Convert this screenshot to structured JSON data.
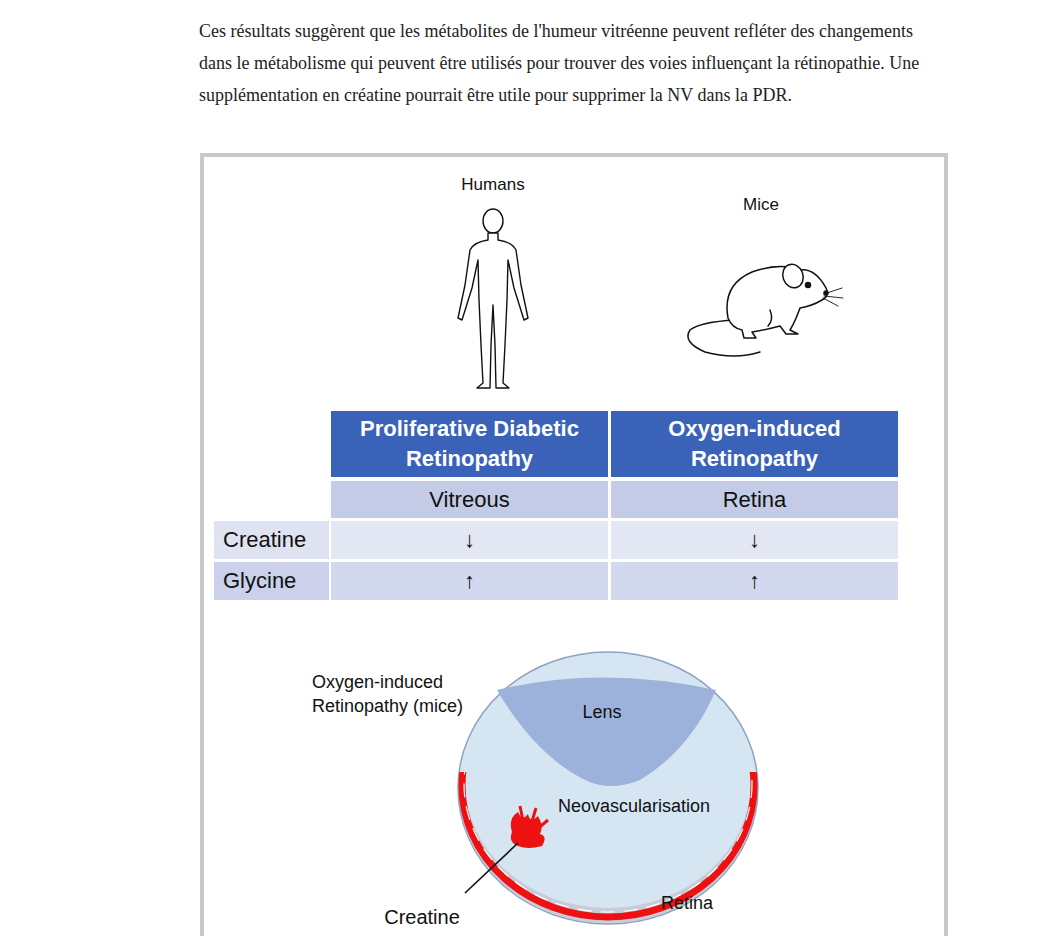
{
  "diagram": {
    "labels": [
      "Ces résultats suggèrent que les métabolites de l'humeur vitréenne peuvent refléter des changements dans le métabolisme qui peuvent être utilisés pour trouver des voies influençant la rétinopathie. Une supplémentation en créatine pourrait être utile pour supprimer la NV dans la PDR.",
      "Humans",
      "Mice",
      "Proliferative Diabetic Retinopathy",
      "Oxygen-induced Retinopathy",
      "Vitreous",
      "Retina",
      "Creatine",
      "↓",
      "↓",
      "Glycine",
      "↑",
      "↑",
      "Oxygen-induced Retinopathy (mice)",
      "Lens",
      "Neovascularisation",
      "Creatine",
      "Retina"
    ]
  }
}
